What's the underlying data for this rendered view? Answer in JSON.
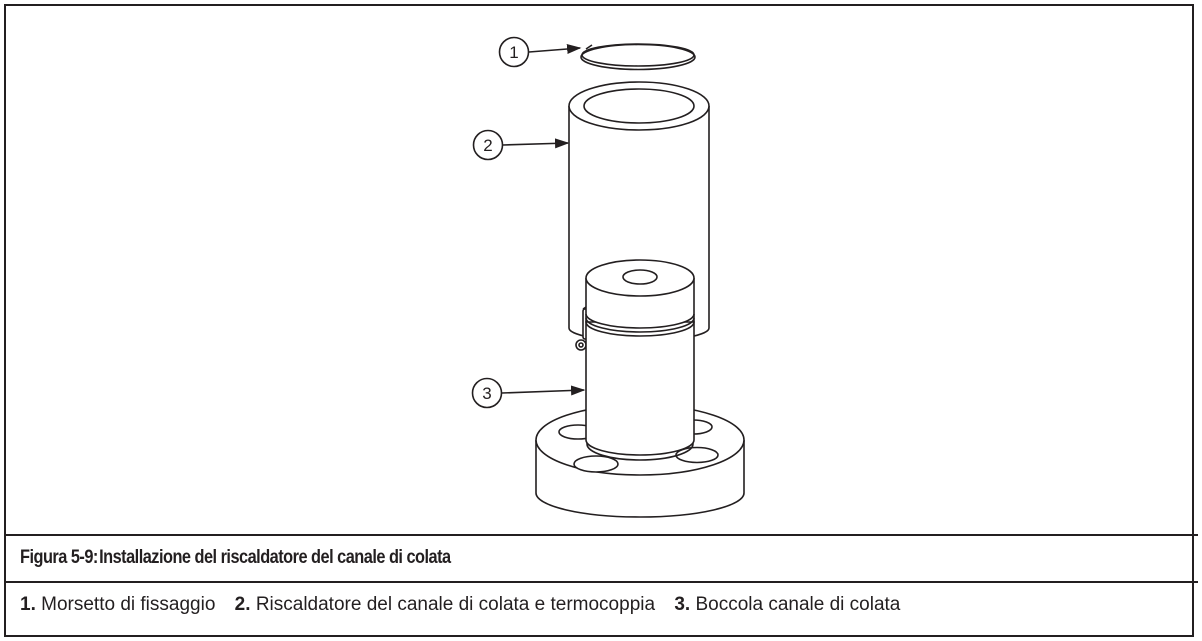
{
  "figure": {
    "callouts": [
      "1",
      "2",
      "3"
    ],
    "caption_number": "Figura 5-9:",
    "caption_title": "Installazione del riscaldatore del canale di colata",
    "legend": [
      {
        "num": "1.",
        "text": "Morsetto di fissaggio"
      },
      {
        "num": "2.",
        "text": "Riscaldatore del canale di colata e termocoppia"
      },
      {
        "num": "3.",
        "text": "Boccola canale di colata"
      }
    ]
  },
  "colors": {
    "line": "#231f20",
    "background": "#ffffff"
  }
}
